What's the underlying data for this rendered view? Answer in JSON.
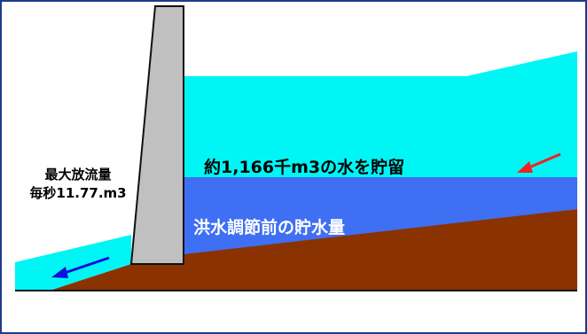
{
  "labels": {
    "max_discharge_title": "最大放流量",
    "max_discharge_rate": "毎秒11.77.m3",
    "storage_volume": "約1,166千m3の水を貯留",
    "pre_flood_storage": "洪水調節前の貯水量"
  },
  "colors": {
    "frame_border": "#1f3a8a",
    "flood_water": "#00f5f5",
    "reservoir_water": "#3f6ff2",
    "riverbed": "#8b3300",
    "dam": "#c0c0c0",
    "inflow_arrow": "#ee2222",
    "outflow_arrow": "#1111dd"
  },
  "icons": {
    "inflow": "arrow-left-down",
    "outflow": "arrow-left-down"
  }
}
